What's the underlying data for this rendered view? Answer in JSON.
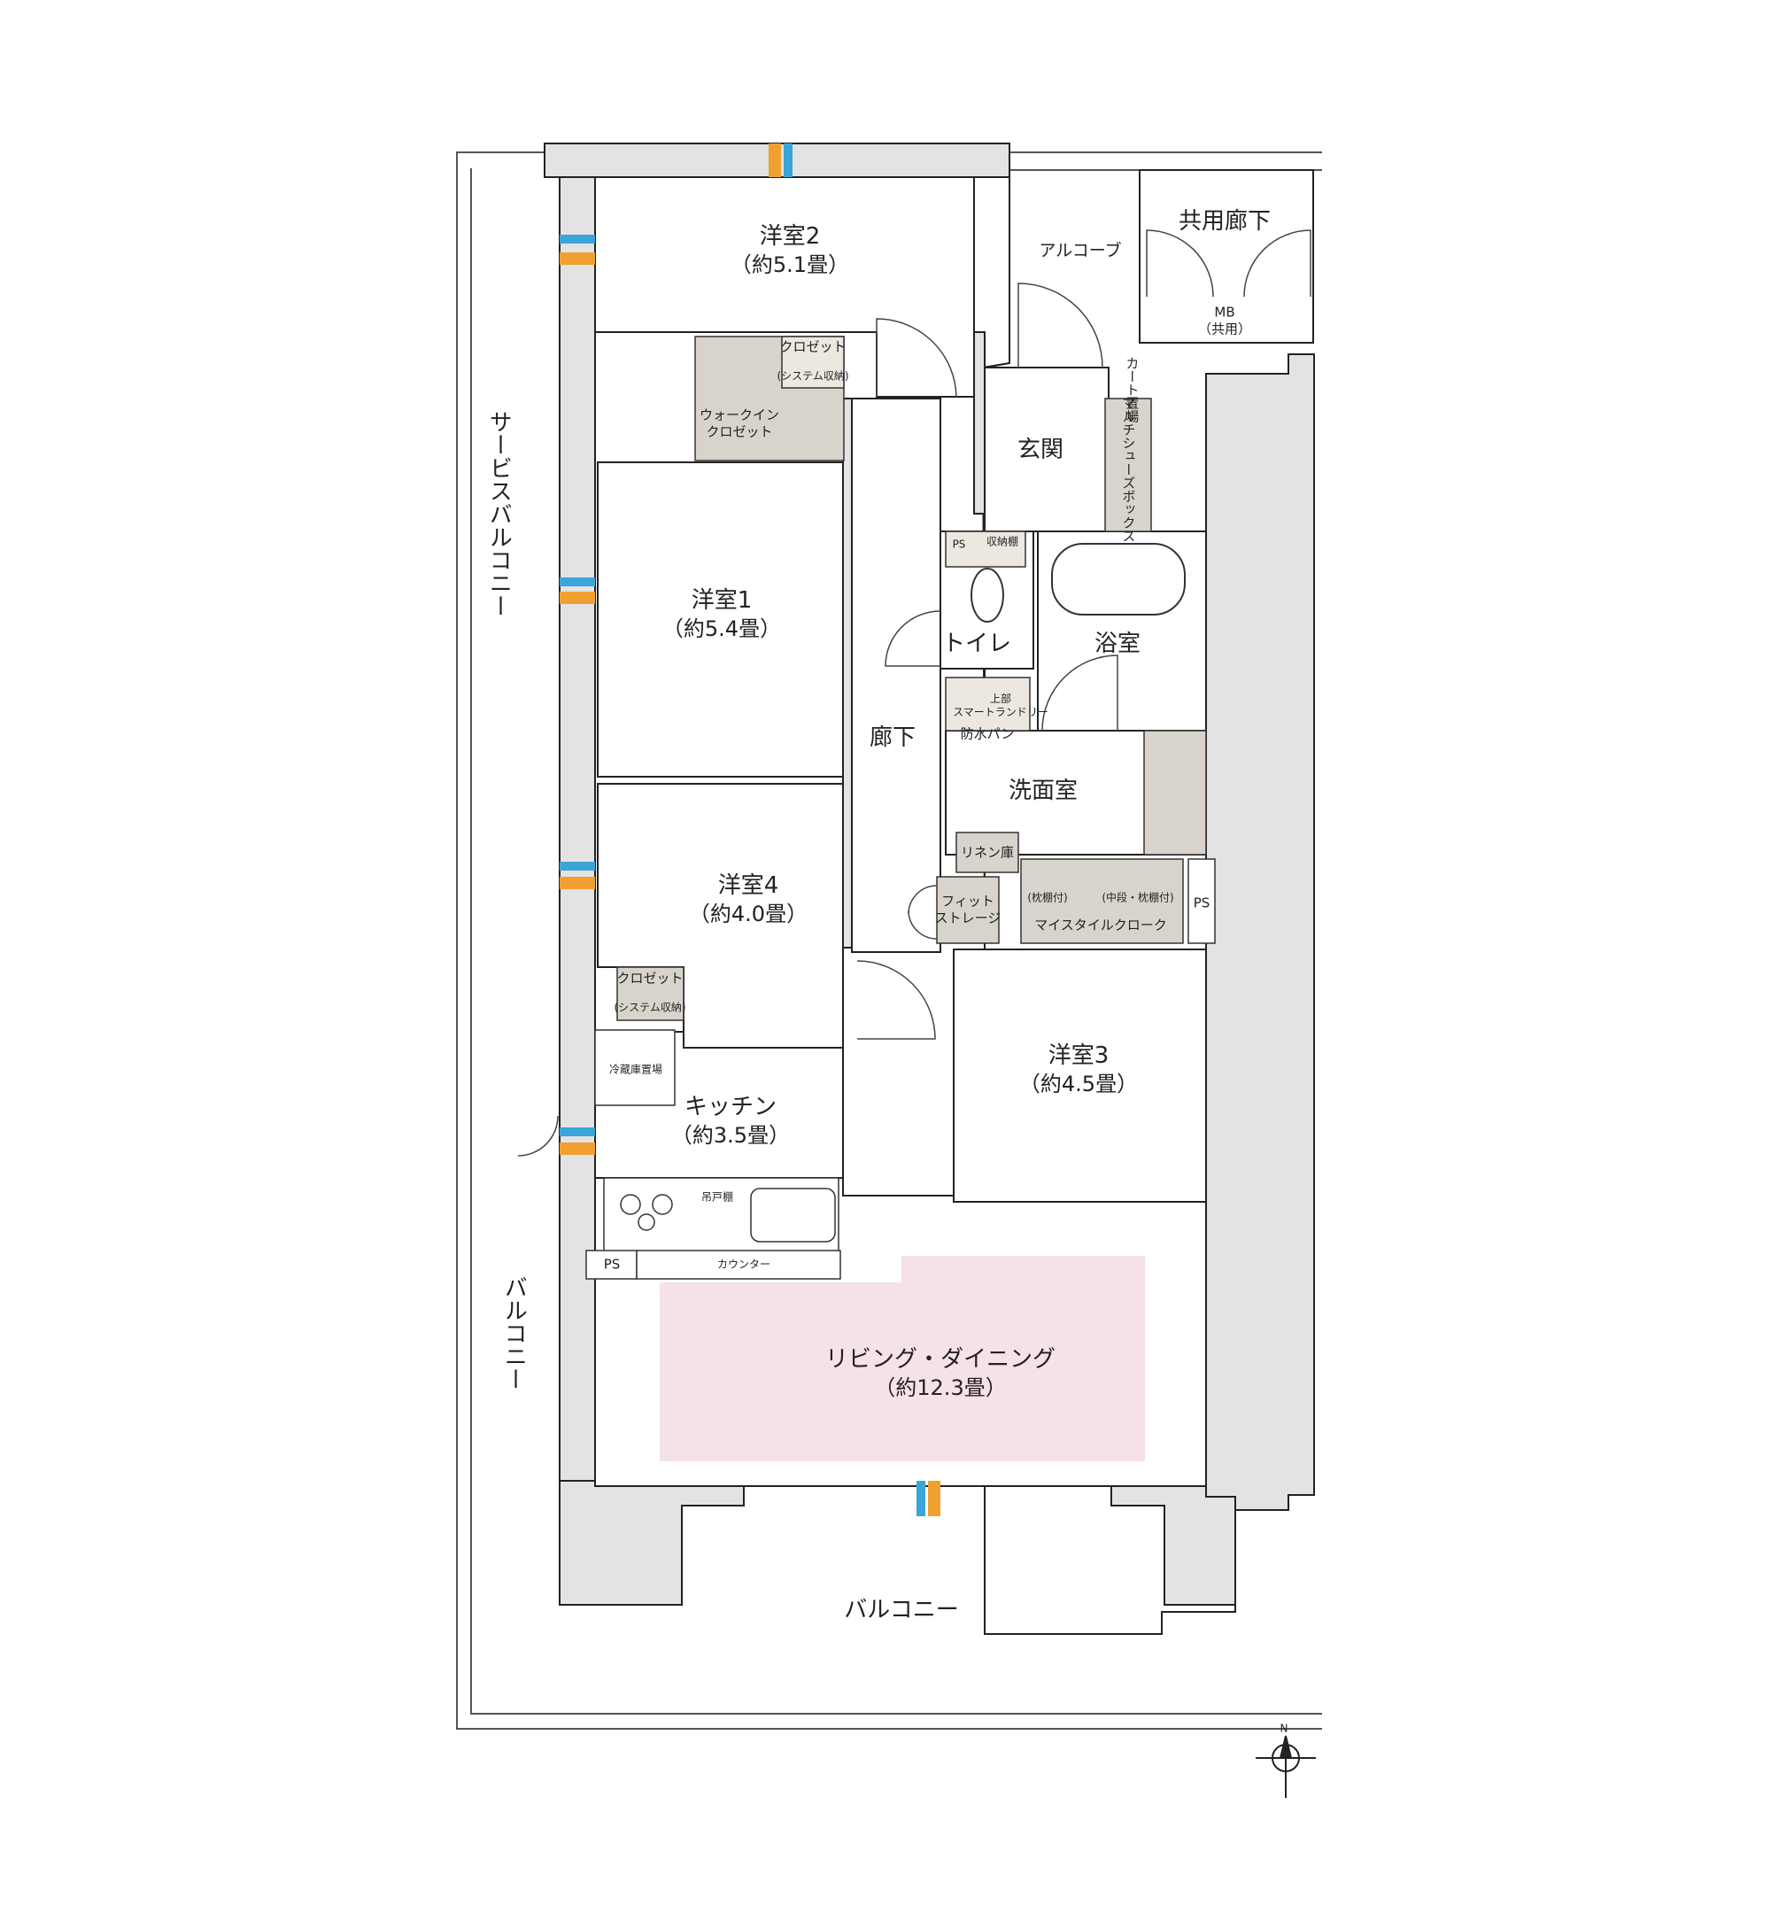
{
  "rooms": {
    "western2": {
      "name": "洋室2",
      "size": "（約5.1畳）"
    },
    "western1": {
      "name": "洋室1",
      "size": "（約5.4畳）"
    },
    "western4": {
      "name": "洋室4",
      "size": "（約4.0畳）"
    },
    "western3": {
      "name": "洋室3",
      "size": "（約4.5畳）"
    },
    "kitchen": {
      "name": "キッチン",
      "size": "（約3.5畳）"
    },
    "living": {
      "name": "リビング・ダイニング",
      "size": "（約12.3畳）"
    },
    "entrance": {
      "name": "玄関"
    },
    "corridor": {
      "name": "廊下"
    },
    "toilet": {
      "name": "トイレ"
    },
    "bath": {
      "name": "浴室"
    },
    "washroom": {
      "name": "洗面室"
    }
  },
  "labels": {
    "alcove": "アルコーブ",
    "common_corridor": "共用廊下",
    "mb": "MB",
    "mb_shared": "（共用）",
    "cart": "カート置場",
    "shoe_box": "マルチシューズボックス",
    "service_balcony": "サービスバルコニー",
    "balcony_side": "バルコニー",
    "balcony_bottom": "バルコニー",
    "walk_in_line1": "ウォークイン",
    "walk_in_line2": "クロゼット",
    "closet_top": "クロゼット",
    "closet_top_sub": "(システム収納)",
    "closet_w4": "クロゼット",
    "closet_w4_sub": "(システム収納)",
    "storage_shelf": "収納棚",
    "upper_laundry1": "上部",
    "upper_laundry2": "スマートランドリー",
    "waterproof_pan": "防水パン",
    "linen": "リネン庫",
    "fit_storage1": "フィット",
    "fit_storage2": "ストレージ",
    "pillow_shelf": "(枕棚付)",
    "mid_pillow_shelf": "(中段・枕棚付)",
    "my_style_cloak": "マイスタイルクローク",
    "fridge": "冷蔵庫置場",
    "hanging_shelf": "吊戸棚",
    "counter": "カウンター",
    "ps1": "PS",
    "ps2": "PS",
    "ps3": "PS",
    "north": "N"
  },
  "colors": {
    "wall": "#e3e3e3",
    "storage": "#d9d4cb",
    "living_highlight": "#f5e1e8",
    "vent_blue": "#3aa5d8",
    "vent_orange": "#f0a030"
  }
}
